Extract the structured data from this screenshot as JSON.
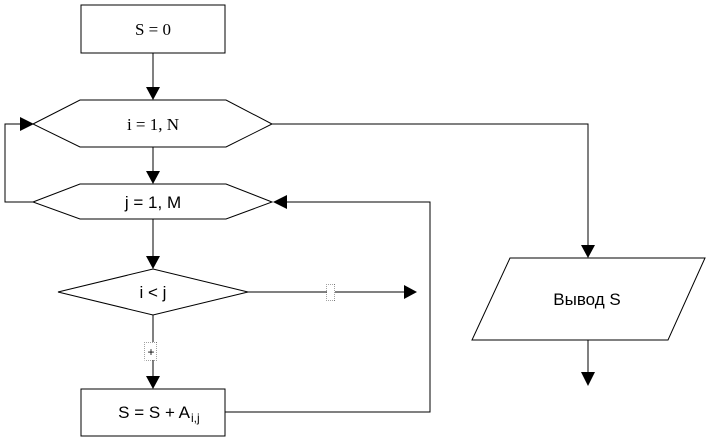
{
  "flowchart": {
    "init": {
      "text": "S = 0"
    },
    "loop_i": {
      "text": "i = 1, N"
    },
    "loop_j": {
      "text": "j = 1, M"
    },
    "condition": {
      "text": "i < j",
      "yes_label": "+"
    },
    "assign": {
      "text": "S = S + A",
      "subscript": "i,j"
    },
    "output": {
      "text": "Вывод S"
    }
  }
}
